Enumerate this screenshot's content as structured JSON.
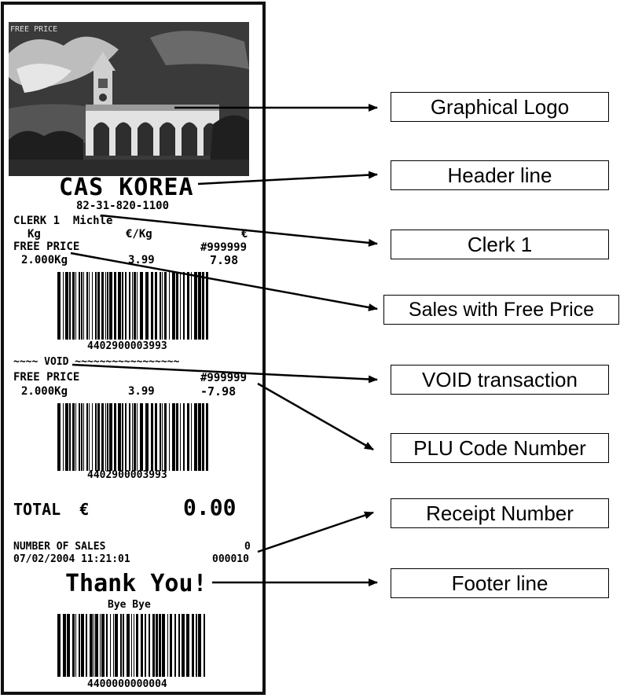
{
  "receipt": {
    "logo_name": "photo-logo",
    "header": "CAS KOREA",
    "phone": "82-31-820-1100",
    "clerk": "CLERK 1  Michle",
    "col_kg": "Kg",
    "col_eur_kg": "€/Kg",
    "col_eur": "€",
    "sale1": {
      "label": "FREE PRICE",
      "plu": "#999999",
      "weight": "2.000Kg",
      "unit_price": "3.99",
      "amount": "7.98",
      "barcode_number": "4402900003993"
    },
    "void_line": "~~~~ VOID ~~~~~~~~~~~~~~~~~",
    "sale2": {
      "label": "FREE PRICE",
      "plu": "#999999",
      "weight": "2.000Kg",
      "unit_price": "3.99",
      "amount": "-7.98",
      "barcode_number": "4402900003993"
    },
    "total_label": "TOTAL  €",
    "total_value": "0.00",
    "sales_label": "NUMBER OF SALES",
    "sales_count": "0",
    "datetime": "07/02/2004 11:21:01",
    "receipt_number": "000010",
    "footer": "Thank You!",
    "footer2": "Bye Bye",
    "final_barcode_number": "4400000000004"
  },
  "callouts": {
    "graphical_logo": "Graphical Logo",
    "header_line": "Header line",
    "clerk": "Clerk 1",
    "free_price": "Sales with Free Price",
    "void": "VOID transaction",
    "plu_code": "PLU Code Number",
    "receipt_number": "Receipt Number",
    "footer_line": "Footer line"
  }
}
